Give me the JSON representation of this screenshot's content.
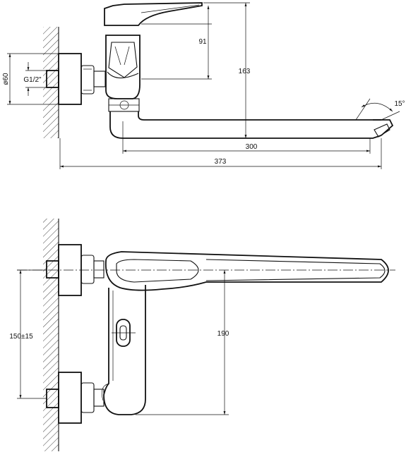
{
  "drawing": {
    "side_view": {
      "dims": {
        "handle_height": "91",
        "total_height": "163",
        "spout_reach": "300",
        "overall_length": "373",
        "flange_diameter": "ø60",
        "thread": "G1/2\"",
        "spout_angle": "15°"
      }
    },
    "top_view": {
      "dims": {
        "center_distance": "150±15",
        "spout_offset": "190"
      }
    }
  }
}
